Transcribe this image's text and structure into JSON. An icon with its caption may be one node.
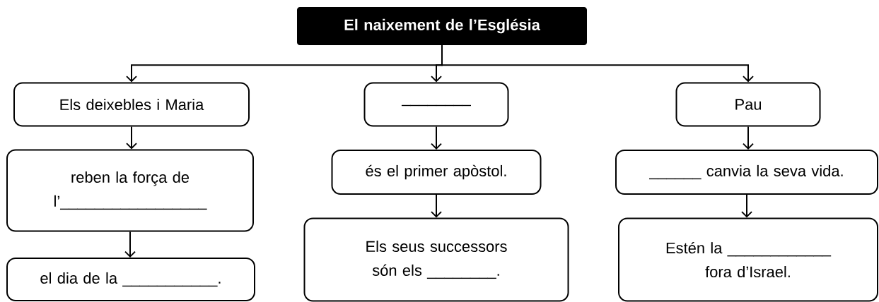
{
  "diagram": {
    "nodes": [
      {
        "text": [
          "El naixement de l’Església"
        ]
      },
      {
        "text": [
          "Els deixebles i Maria"
        ]
      },
      {
        "text": [
          "________"
        ]
      },
      {
        "text": [
          "Pau"
        ]
      },
      {
        "text": [
          "reben la força de l’_________________"
        ]
      },
      {
        "text": [
          "el dia de la ___________."
        ]
      },
      {
        "text": [
          "és el primer apòstol."
        ]
      },
      {
        "text": [
          "Els seus successors són els ________."
        ]
      },
      {
        "text": [
          "______ canvia la seva vida."
        ]
      },
      {
        "text": [
          "Estén la ____________ fora d’Israel."
        ]
      }
    ],
    "edges": [
      {
        "from": 0,
        "to": 1,
        "arrow": "to"
      },
      {
        "from": 0,
        "to": 2,
        "arrow": "to"
      },
      {
        "from": 0,
        "to": 3,
        "arrow": "to"
      },
      {
        "from": 1,
        "to": 4,
        "arrow": "to"
      },
      {
        "from": 4,
        "to": 5,
        "arrow": "to"
      },
      {
        "from": 2,
        "to": 6,
        "arrow": "to"
      },
      {
        "from": 6,
        "to": 7,
        "arrow": "to"
      },
      {
        "from": 3,
        "to": 8,
        "arrow": "to"
      },
      {
        "from": 8,
        "to": 9,
        "arrow": "to"
      }
    ]
  }
}
